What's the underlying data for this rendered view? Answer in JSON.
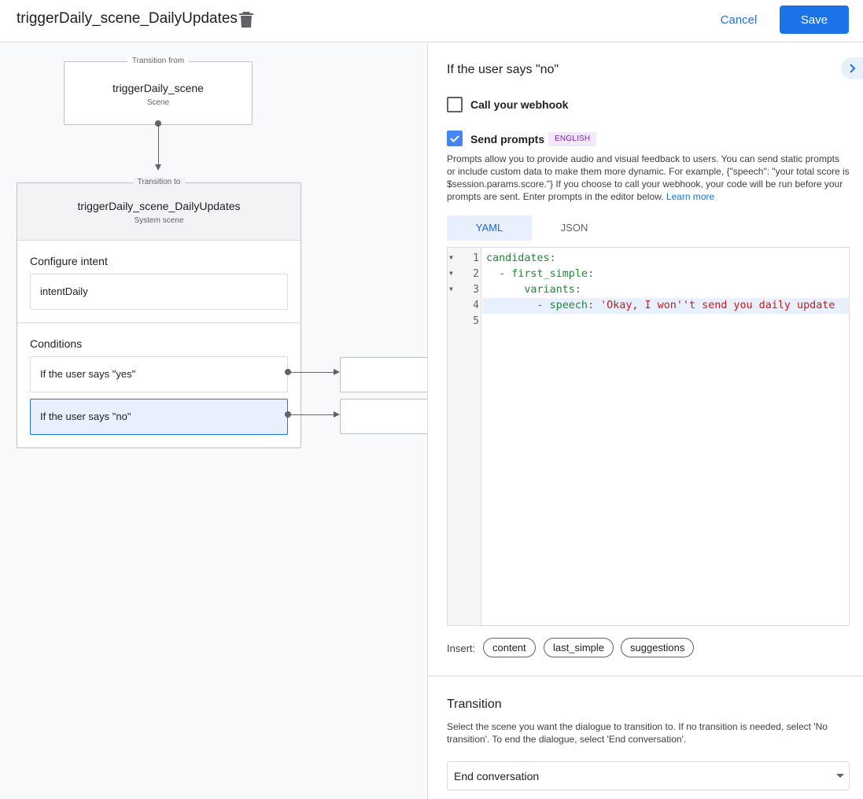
{
  "header": {
    "title": "triggerDaily_scene_DailyUpdates",
    "cancel_label": "Cancel",
    "save_label": "Save"
  },
  "canvas": {
    "from_card": {
      "tag": "Transition from",
      "name": "triggerDaily_scene",
      "type": "Scene"
    },
    "to_card": {
      "tag": "Transition to",
      "name": "triggerDaily_scene_DailyUpdates",
      "type": "System scene",
      "intent_label": "Configure intent",
      "intent_value": "intentDaily",
      "conditions_label": "Conditions",
      "conditions": [
        {
          "label": "If the user says \"yes\""
        },
        {
          "label": "If the user says \"no\""
        }
      ]
    }
  },
  "panel": {
    "title": "If the user says \"no\"",
    "webhook_label": "Call your webhook",
    "webhook_checked": false,
    "prompts_label": "Send prompts",
    "prompts_checked": true,
    "language_badge": "ENGLISH",
    "description": "Prompts allow you to provide audio and visual feedback to users. You can send static prompts or include custom data to make them more dynamic. For example, {\"speech\": \"your total score is $session.params.score.\"} If you choose to call your webhook, your code will be run before your prompts are sent. Enter prompts in the editor below.",
    "learn_more": "Learn more",
    "tabs": [
      {
        "label": "YAML",
        "active": true
      },
      {
        "label": "JSON",
        "active": false
      }
    ],
    "editor": {
      "line_numbers": [
        "1",
        "2",
        "3",
        "4",
        "5"
      ],
      "lines": {
        "l1_key": "candidates",
        "l1_punct": ":",
        "l2_dash": "  - ",
        "l2_key": "first_simple",
        "l2_punct": ":",
        "l3_indent": "      ",
        "l3_key": "variants",
        "l3_punct": ":",
        "l4_dash": "        - ",
        "l4_key": "speech",
        "l4_punct": ": ",
        "l4_value": "'Okay, I won''t send you daily update"
      }
    },
    "insert_label": "Insert:",
    "insert_chips": [
      "content",
      "last_simple",
      "suggestions"
    ],
    "transition_title": "Transition",
    "transition_desc": "Select the scene you want the dialogue to transition to. If no transition is needed, select 'No transition'. To end the dialogue, select 'End conversation'.",
    "transition_value": "End conversation"
  },
  "colors": {
    "accent": "#1a73e8",
    "selected_bg": "#e8f0fe",
    "badge_bg": "#f3e8fd",
    "badge_text": "#7627bb"
  }
}
